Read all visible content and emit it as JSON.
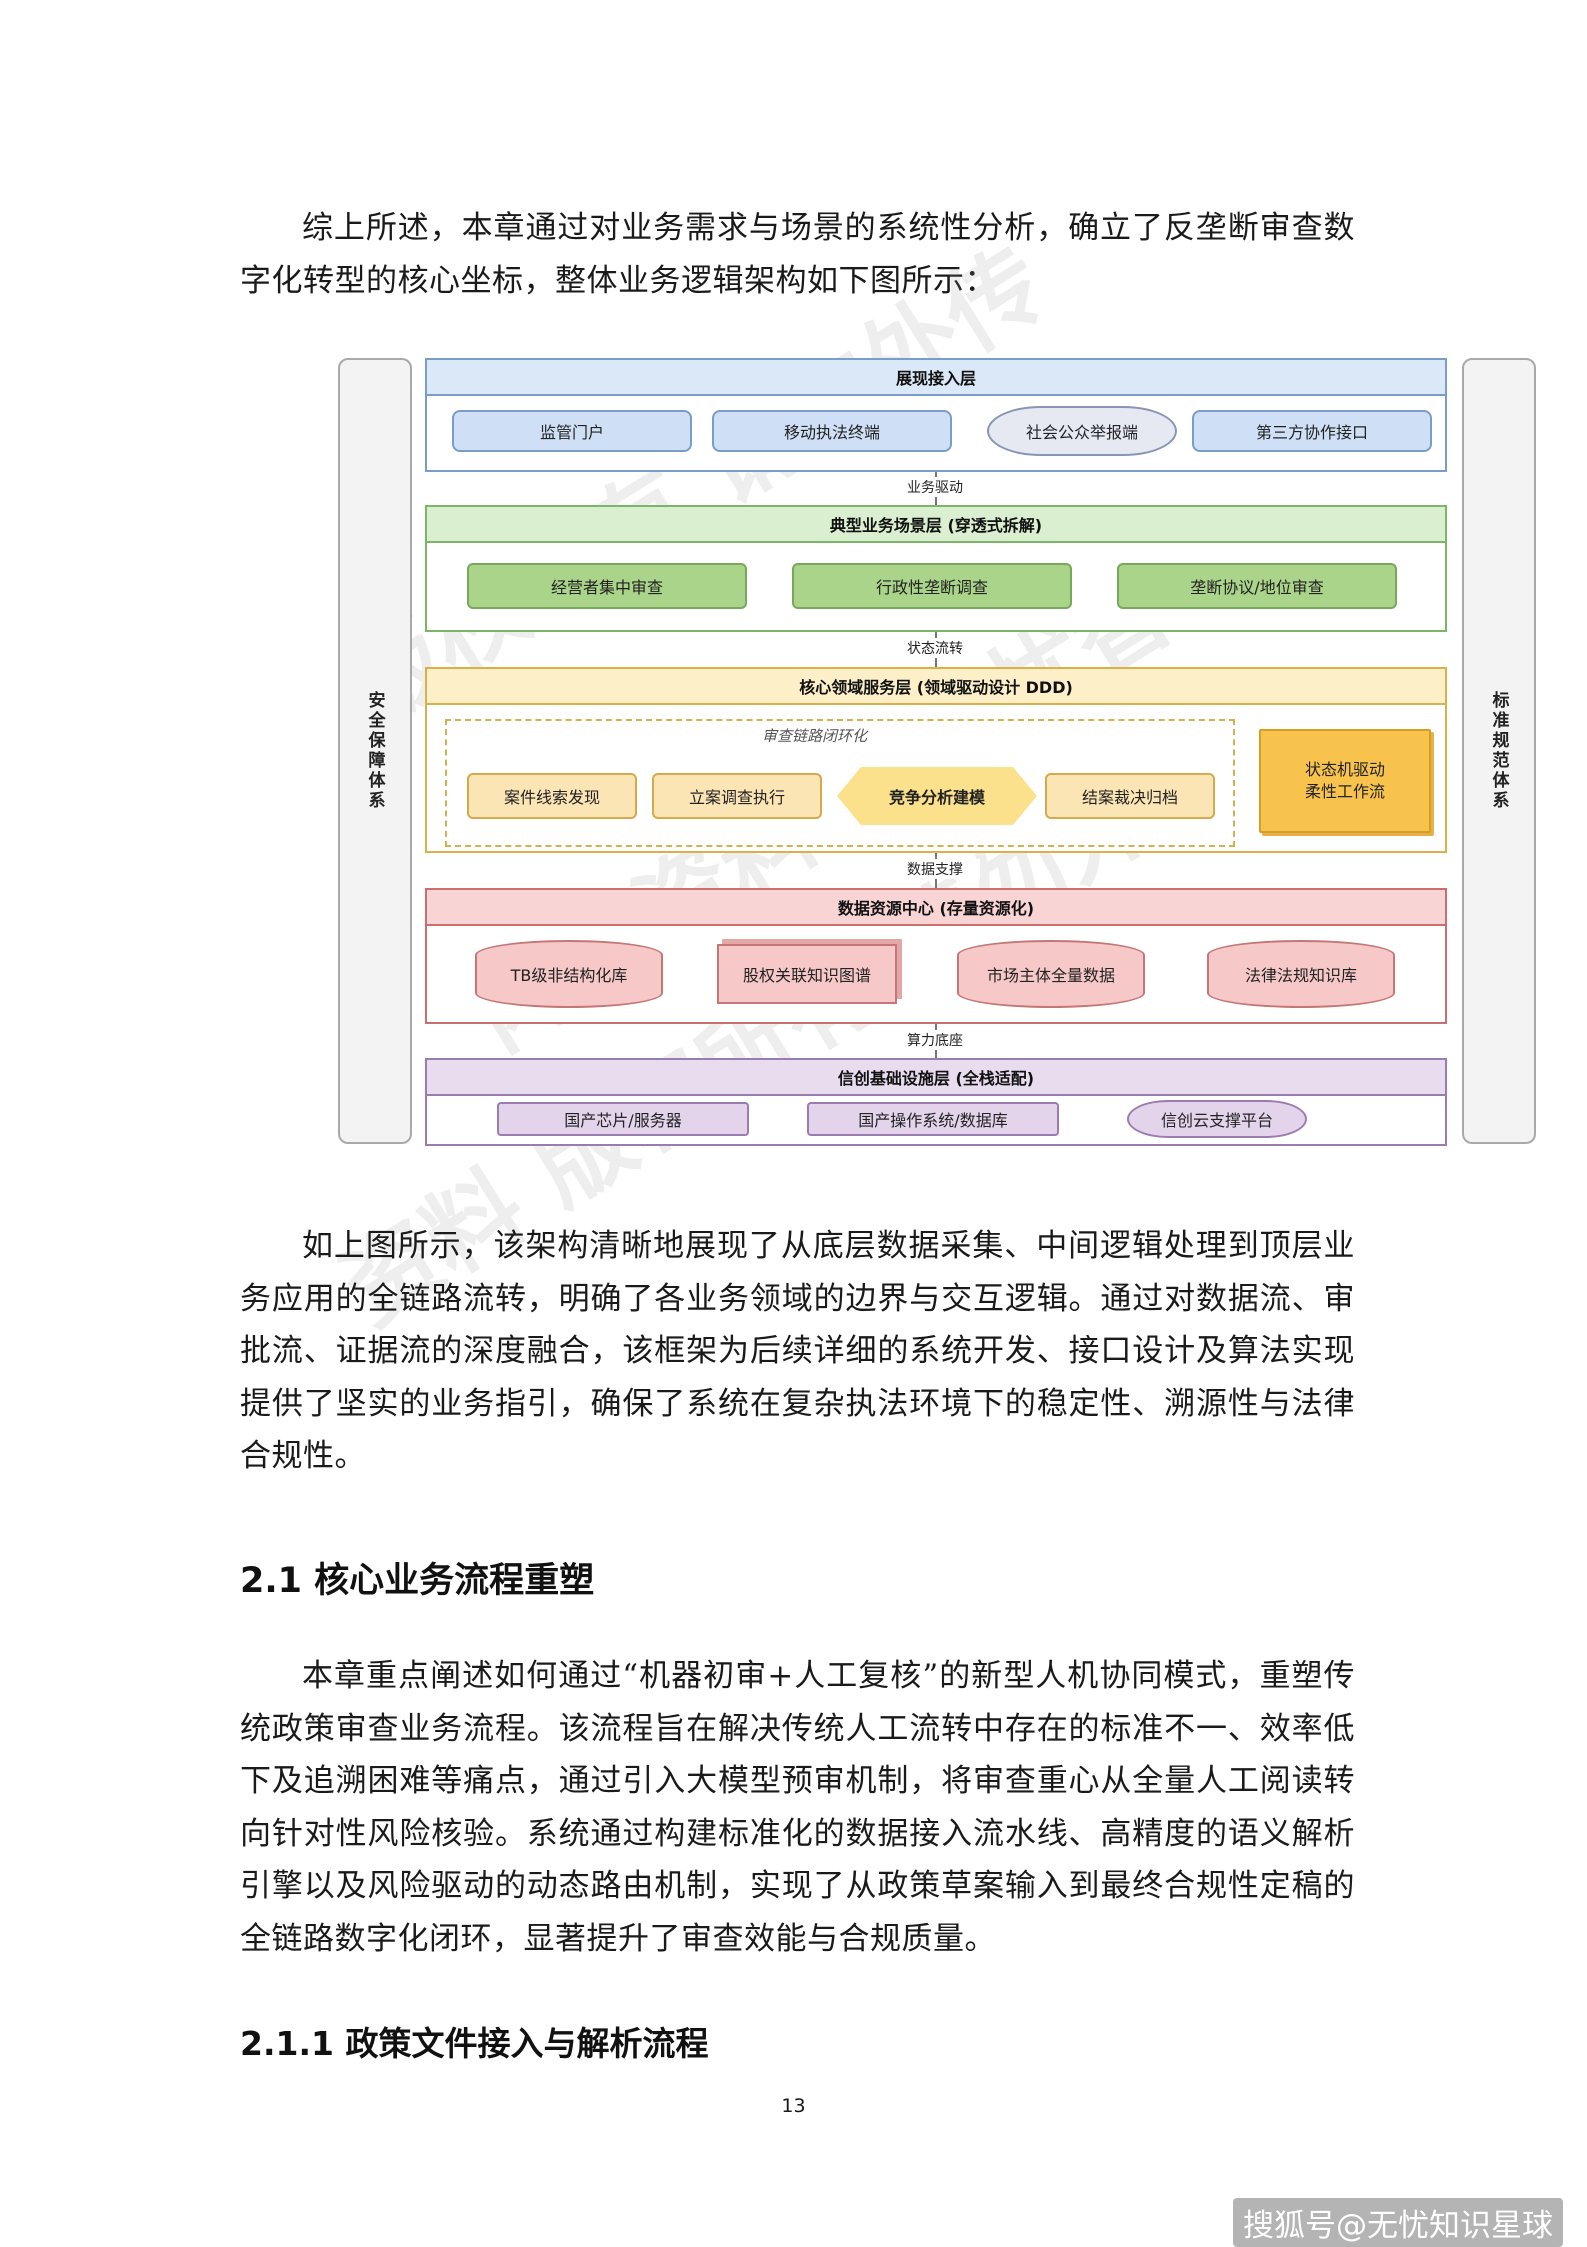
{
  "intro_paragraph": "综上所述，本章通过对业务需求与场景的系统性分析，确立了反垄断审查数字化转型的核心坐标，整体业务逻辑架构如下图所示：",
  "figure": {
    "left_side": "安全保障体系",
    "right_side": "标准规范体系",
    "watermark": "内部资料 版权所有 请勿外传 ©无忧智库",
    "layers": [
      {
        "title": "展现接入层",
        "nodes": [
          "监管门户",
          "移动执法终端",
          "社会公众举报端",
          "第三方协作接口"
        ],
        "color": "#dbe8f8",
        "border": "#7a9cc9"
      },
      {
        "title": "典型业务场景层 (穿透式拆解)",
        "nodes": [
          "经营者集中审查",
          "行政性垄断调查",
          "垄断协议/地位审查"
        ],
        "color": "#d9efd0",
        "border": "#7cb46a"
      },
      {
        "title": "核心领域服务层 (领域驱动设计 DDD)",
        "nodes": [
          "案件线索发现",
          "立案调查执行",
          "竞争分析建模",
          "结案裁决归档"
        ],
        "closure_label": "审查链路闭环化",
        "fsm": "状态机驱动\n柔性工作流",
        "color": "#fdf0c9",
        "border": "#d9b04a"
      },
      {
        "title": "数据资源中心 (存量资源化)",
        "nodes": [
          "TB级非结构化库",
          "股权关联知识图谱",
          "市场主体全量数据",
          "法律法规知识库"
        ],
        "color": "#f8d4d4",
        "border": "#c96f6f"
      },
      {
        "title": "信创基础设施层 (全栈适配)",
        "nodes": [
          "国产芯片/服务器",
          "国产操作系统/数据库",
          "信创云支撑平台"
        ],
        "color": "#e8dcef",
        "border": "#9a7cb0"
      }
    ],
    "connectors": [
      "业务驱动",
      "状态流转",
      "数据支撑",
      "算力底座"
    ]
  },
  "explain_paragraph": "如上图所示，该架构清晰地展现了从底层数据采集、中间逻辑处理到顶层业务应用的全链路流转，明确了各业务领域的边界与交互逻辑。通过对数据流、审批流、证据流的深度融合，该框架为后续详细的系统开发、接口设计及算法实现提供了坚实的业务指引，确保了系统在复杂执法环境下的稳定性、溯源性与法律合规性。",
  "section_heading": "2.1 核心业务流程重塑",
  "section_paragraph": "本章重点阐述如何通过“机器初审+人工复核”的新型人机协同模式，重塑传统政策审查业务流程。该流程旨在解决传统人工流转中存在的标准不一、效率低下及追溯困难等痛点，通过引入大模型预审机制，将审查重心从全量人工阅读转向针对性风险核验。系统通过构建标准化的数据接入流水线、高精度的语义解析引擎以及风险驱动的动态路由机制，实现了从政策草案输入到最终合规性定稿的全链路数字化闭环，显著提升了审查效能与合规质量。",
  "subsection_heading": "2.1.1 政策文件接入与解析流程",
  "page_number": "13",
  "footer_watermark": "搜狐号@无忧知识星球"
}
